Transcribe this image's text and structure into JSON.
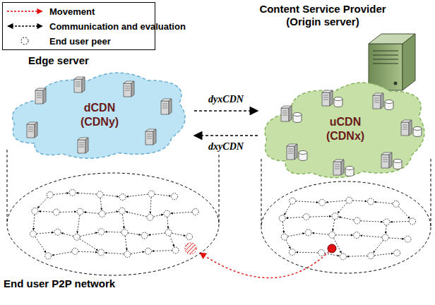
{
  "diagram": {
    "nodes": [
      {
        "text": [
          "dCDN (CDNy)"
        ]
      },
      {
        "text": [
          "uCDN (CDNx)"
        ]
      },
      {
        "text": [
          "End user P2P network"
        ]
      }
    ],
    "edges": [
      {
        "from": 0,
        "to": 1,
        "label": "dyxCDN",
        "arrow": "to"
      },
      {
        "from": 1,
        "to": 0,
        "label": "dxyCDN",
        "arrow": "to"
      }
    ],
    "labels": [
      "Content Service Provider (Origin server)",
      "Edge server"
    ],
    "legend": [
      {
        "text": "Movement"
      },
      {
        "text": "Communication and evaluation"
      },
      {
        "text": "End user peer"
      }
    ]
  }
}
